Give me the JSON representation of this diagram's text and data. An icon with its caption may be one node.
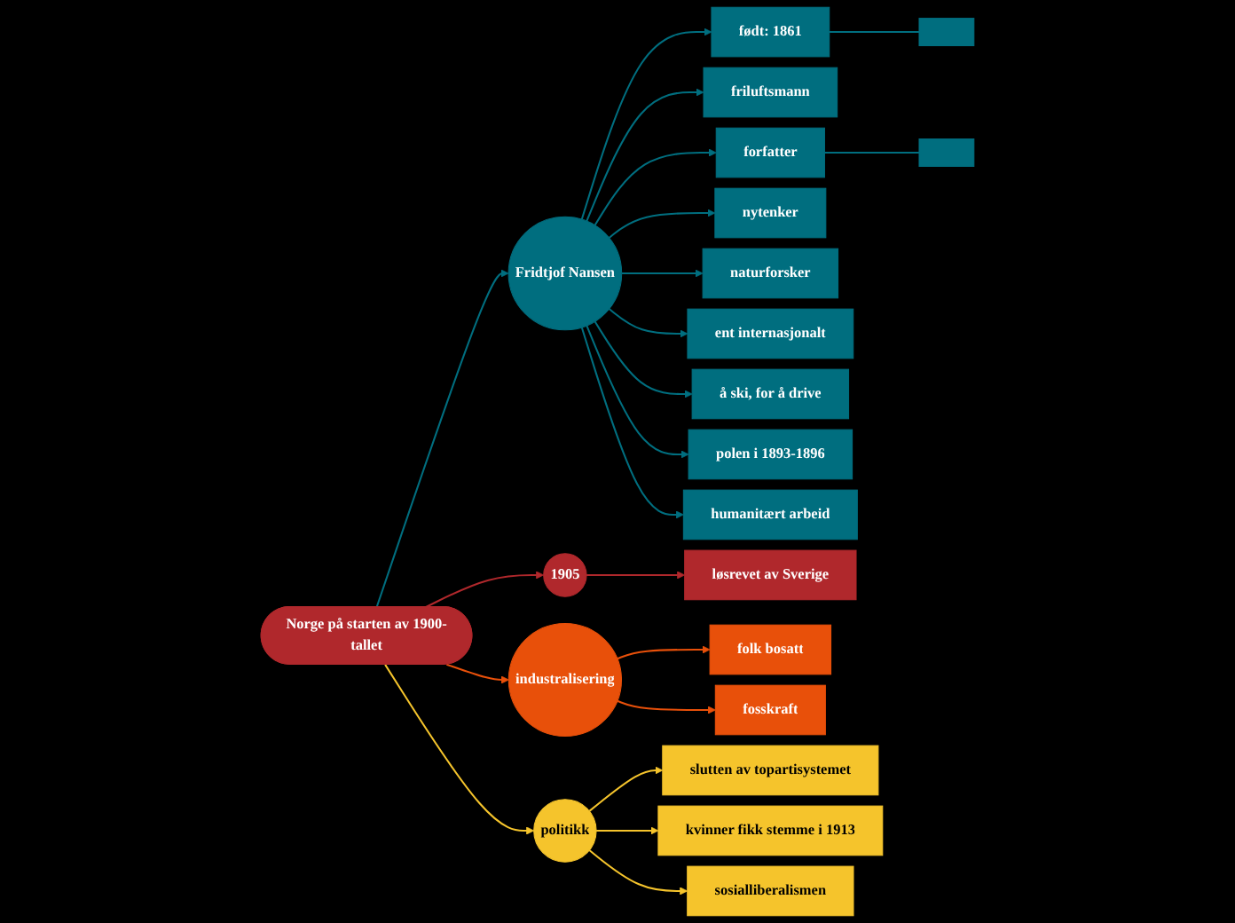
{
  "diagram": {
    "nodes": [
      {
        "text": [
          "Norge på starten av 1900-tallet"
        ]
      },
      {
        "text": [
          "Fridtjof Nansen"
        ]
      },
      {
        "text": [
          "født: 1861"
        ]
      },
      {
        "text": [],
        "shape": "box"
      },
      {
        "text": [
          "friluftsmann"
        ]
      },
      {
        "text": [
          "forfatter"
        ]
      },
      {
        "text": [],
        "shape": "box"
      },
      {
        "text": [
          "nytenker"
        ]
      },
      {
        "text": [
          "naturforsker"
        ]
      },
      {
        "text": [
          "ent internasjonalt"
        ]
      },
      {
        "text": [
          "å ski, for å drive"
        ]
      },
      {
        "text": [
          "polen i 1893-1896"
        ]
      },
      {
        "text": [
          "humanitært arbeid"
        ]
      },
      {
        "text": [
          "1905"
        ]
      },
      {
        "text": [
          "løsrevet av Sverige"
        ]
      },
      {
        "text": [
          "industralisering"
        ]
      },
      {
        "text": [
          "folk bosatt"
        ]
      },
      {
        "text": [
          "fosskraft"
        ]
      },
      {
        "text": [
          "politikk"
        ]
      },
      {
        "text": [
          "slutten av topartisystemet"
        ]
      },
      {
        "text": [
          "kvinner fikk stemme i 1913"
        ]
      },
      {
        "text": [
          "sosialliberalismen"
        ]
      }
    ],
    "edges": [
      {
        "from": 0,
        "to": 1,
        "arrow": "to"
      },
      {
        "from": 0,
        "to": 13,
        "arrow": "to",
        "color": "#b0282c"
      },
      {
        "from": 0,
        "to": 15,
        "arrow": "to",
        "color": "#e8500a"
      },
      {
        "from": 0,
        "to": 18,
        "arrow": "to",
        "color": "#f5c42c"
      },
      {
        "from": 1,
        "to": 2,
        "arrow": "to"
      },
      {
        "from": 2,
        "to": 3,
        "arrow": "none"
      },
      {
        "from": 1,
        "to": 4,
        "arrow": "to"
      },
      {
        "from": 1,
        "to": 5,
        "arrow": "to"
      },
      {
        "from": 5,
        "to": 6,
        "arrow": "none"
      },
      {
        "from": 1,
        "to": 7,
        "arrow": "to"
      },
      {
        "from": 1,
        "to": 8,
        "arrow": "to"
      },
      {
        "from": 1,
        "to": 9,
        "arrow": "to"
      },
      {
        "from": 1,
        "to": 10,
        "arrow": "to"
      },
      {
        "from": 1,
        "to": 11,
        "arrow": "to"
      },
      {
        "from": 1,
        "to": 12,
        "arrow": "to"
      },
      {
        "from": 13,
        "to": 14,
        "arrow": "to",
        "color": "#b0282c"
      },
      {
        "from": 15,
        "to": 16,
        "arrow": "to",
        "color": "#e8500a"
      },
      {
        "from": 15,
        "to": 17,
        "arrow": "to",
        "color": "#e8500a"
      },
      {
        "from": 18,
        "to": 19,
        "arrow": "to",
        "color": "#f5c42c"
      },
      {
        "from": 18,
        "to": 20,
        "arrow": "to",
        "color": "#f5c42c"
      },
      {
        "from": 18,
        "to": 21,
        "arrow": "to",
        "color": "#f5c42c"
      }
    ]
  }
}
